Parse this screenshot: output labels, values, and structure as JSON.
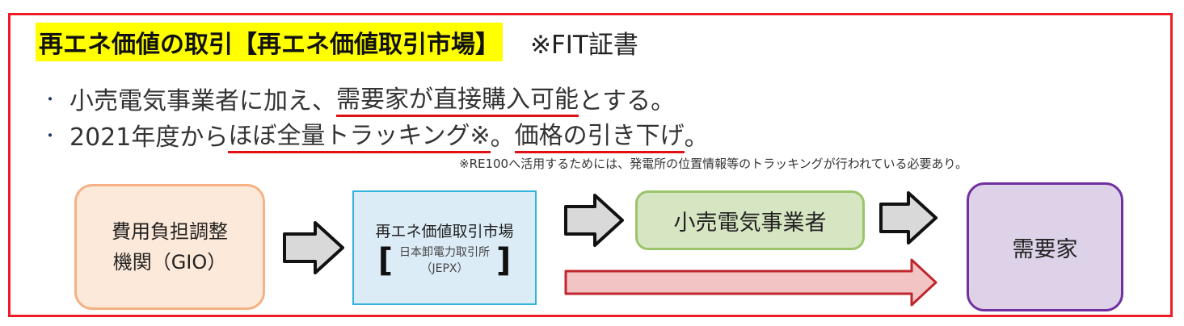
{
  "title": {
    "highlight": "再エネ価値の取引【再エネ価値取引市場】",
    "note": "※FIT証書"
  },
  "bullets": [
    {
      "marker": "・",
      "parts": [
        "小売電気事業者に加え、",
        "需要家が直接購入可能",
        "とする。"
      ]
    },
    {
      "marker": "・",
      "parts": [
        "2021年度から",
        "ほぼ全量トラッキング※",
        "。",
        "価格の引き下げ",
        "。"
      ]
    }
  ],
  "footnote": "※RE100へ活用するためには、発電所の位置情報等のトラッキングが行われている必要あり。",
  "boxes": {
    "gio": {
      "line1": "費用負担調整",
      "line2": "機関（GIO）"
    },
    "market": {
      "name": "再エネ価値取引市場",
      "sub1": "日本卸電力取引所",
      "sub2": "（JEPX）"
    },
    "retail": "小売電気事業者",
    "consumer": "需要家"
  },
  "colors": {
    "frame": "#ee1c24",
    "highlight": "#ffff00",
    "underline": "#e01010"
  }
}
